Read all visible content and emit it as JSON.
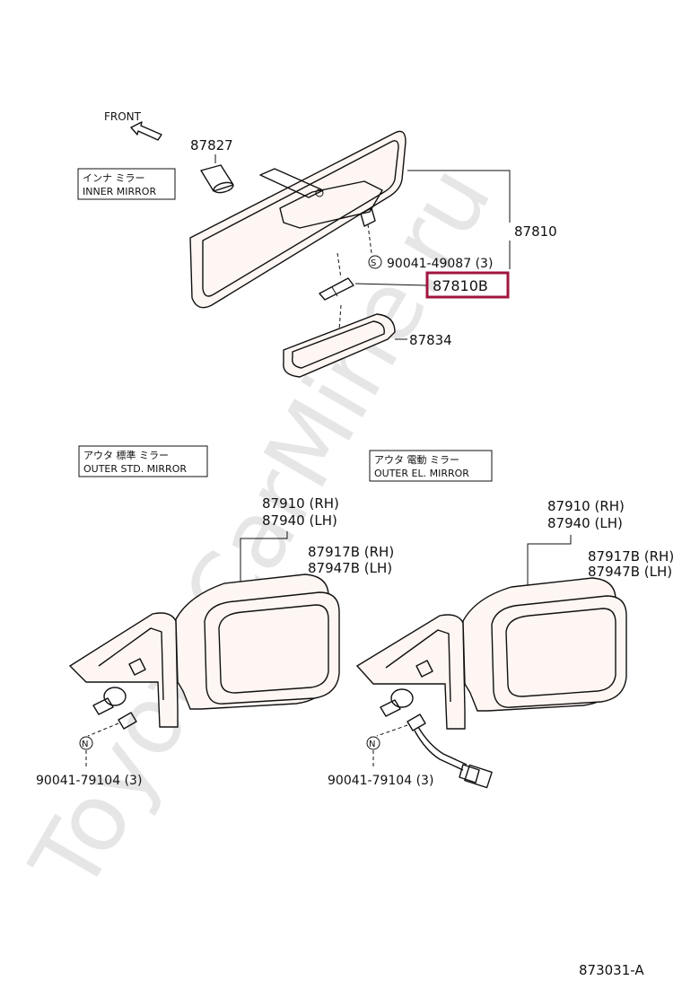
{
  "watermark": "ToyotaCarMine.ru",
  "front_label": "FRONT",
  "inner_mirror": {
    "jp": "インナ ミラー",
    "en": "INNER MIRROR"
  },
  "outer_std_mirror": {
    "jp": "アウタ 標準 ミラー",
    "en": "OUTER STD. MIRROR"
  },
  "outer_el_mirror": {
    "jp": "アウタ 電動 ミラー",
    "en": "OUTER EL. MIRROR"
  },
  "parts": {
    "p87827": "87827",
    "p87810": "87810",
    "screw": "90041-49087 (3)",
    "screw_symbol": "S",
    "p87810b": "87810B",
    "p87834": "87834",
    "std_87910": "87910 (RH)",
    "std_87940": "87940 (LH)",
    "std_87917b": "87917B (RH)",
    "std_87947b": "87947B (LH)",
    "std_bolt": "90041-79104 (3)",
    "el_87910": "87910 (RH)",
    "el_87940": "87940 (LH)",
    "el_87917b": "87917B (RH)",
    "el_87947b": "87947B (LH)",
    "el_bolt": "90041-79104 (3)",
    "nut_symbol": "N"
  },
  "highlight_color": "#a0153e",
  "diagram_code": "873031-A"
}
